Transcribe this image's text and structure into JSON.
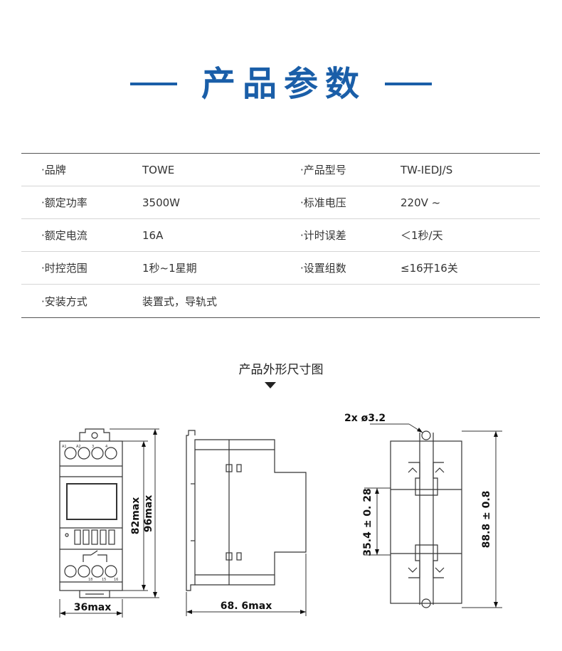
{
  "header": {
    "title": "产品参数"
  },
  "specs": [
    {
      "label1": "·品牌",
      "value1": "TOWE",
      "label2": "·产品型号",
      "value2": "TW-IEDJ/S"
    },
    {
      "label1": "·额定功率",
      "value1": "3500W",
      "label2": "·标准电压",
      "value2": "220V ~"
    },
    {
      "label1": "·额定电流",
      "value1": "16A",
      "label2": "·计时误差",
      "value2": "＜1秒/天"
    },
    {
      "label1": "·时控范围",
      "value1": "1秒~1星期",
      "label2": "·设置组数",
      "value2": "≤16开16关"
    },
    {
      "label1": "·安装方式",
      "value1": "装置式，导轨式",
      "label2": "",
      "value2": ""
    }
  ],
  "dimensions": {
    "caption": "产品外形尺寸图",
    "front": {
      "height_inner": "82max",
      "height_outer": "96max",
      "width": "36max",
      "terminals_top": [
        "A1",
        "A2",
        "3",
        "4"
      ],
      "terminals_bottom": [
        "18",
        "15",
        "16"
      ]
    },
    "side": {
      "depth": "68. 6max"
    },
    "rail": {
      "hole": "2x ø3.2",
      "rail_spacing": "35.4 ± 0. 28",
      "height": "88.8 ± 0.8"
    }
  },
  "colors": {
    "accent": "#1a5ea8",
    "line": "#333333"
  }
}
